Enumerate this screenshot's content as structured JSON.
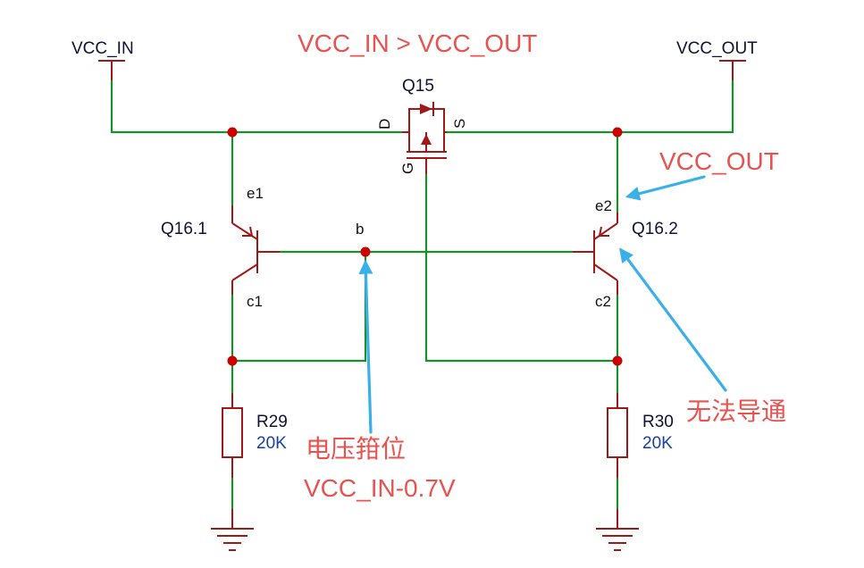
{
  "nets": {
    "vcc_in": "VCC_IN",
    "vcc_out": "VCC_OUT"
  },
  "title": "VCC_IN > VCC_OUT",
  "mosfet": {
    "ref": "Q15",
    "pin_d": "D",
    "pin_s": "S",
    "pin_g": "G"
  },
  "transistor_left": {
    "ref": "Q16.1",
    "emitter": "e1",
    "collector": "c1"
  },
  "transistor_right": {
    "ref": "Q16.2",
    "emitter": "e2",
    "collector": "c2"
  },
  "base_node": "b",
  "resistor_left": {
    "ref": "R29",
    "value": "20K"
  },
  "resistor_right": {
    "ref": "R30",
    "value": "20K"
  },
  "annotations": {
    "vcc_out_note": "VCC_OUT",
    "no_conduct": "无法导通",
    "clamp": "电压箝位",
    "clamp_value": "VCC_IN-0.7V"
  },
  "colors": {
    "wire": "#1a8f2a",
    "component": "#a11818",
    "junction": "#cc0000",
    "annotation": "#e8534f",
    "arrow": "#3ab0e8"
  }
}
